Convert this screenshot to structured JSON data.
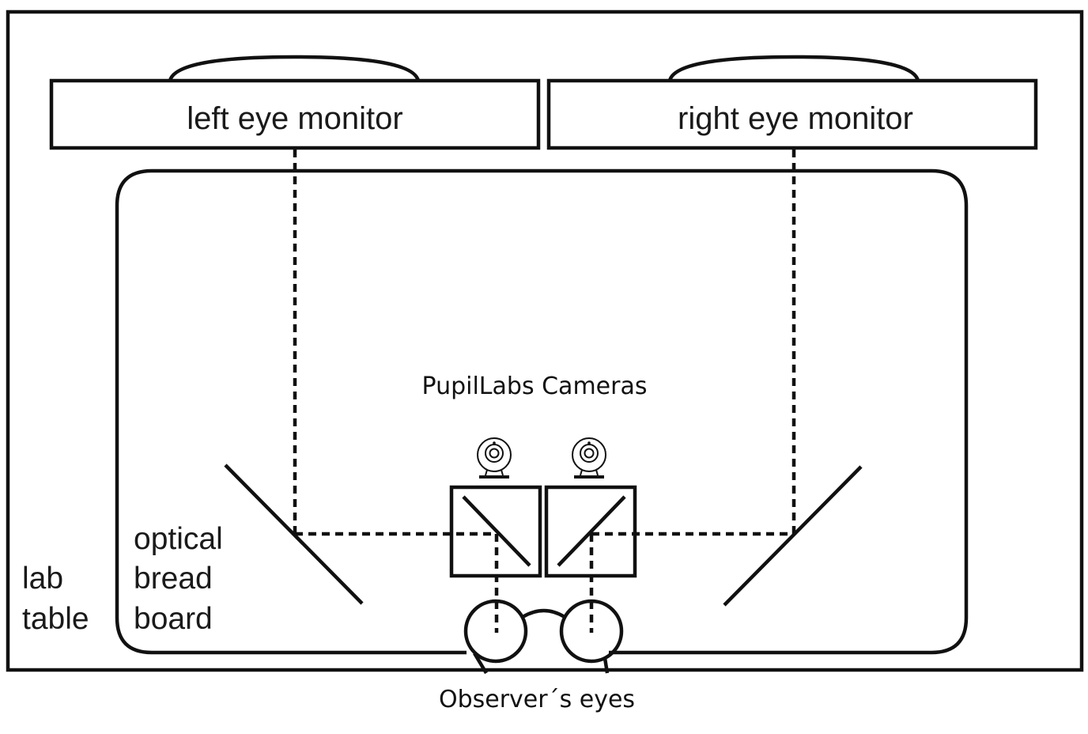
{
  "labels": {
    "left_monitor": "left eye monitor",
    "right_monitor": "right eye monitor",
    "cameras": "PupilLabs Cameras",
    "observer": "Observer´s eyes",
    "breadboard_line1": "optical",
    "breadboard_line2": "bread",
    "breadboard_line3": "board",
    "table_line1": "lab",
    "table_line2": "table"
  },
  "icons": {
    "camera": "webcam-icon"
  },
  "colors": {
    "stroke": "#111111",
    "background": "#ffffff"
  }
}
